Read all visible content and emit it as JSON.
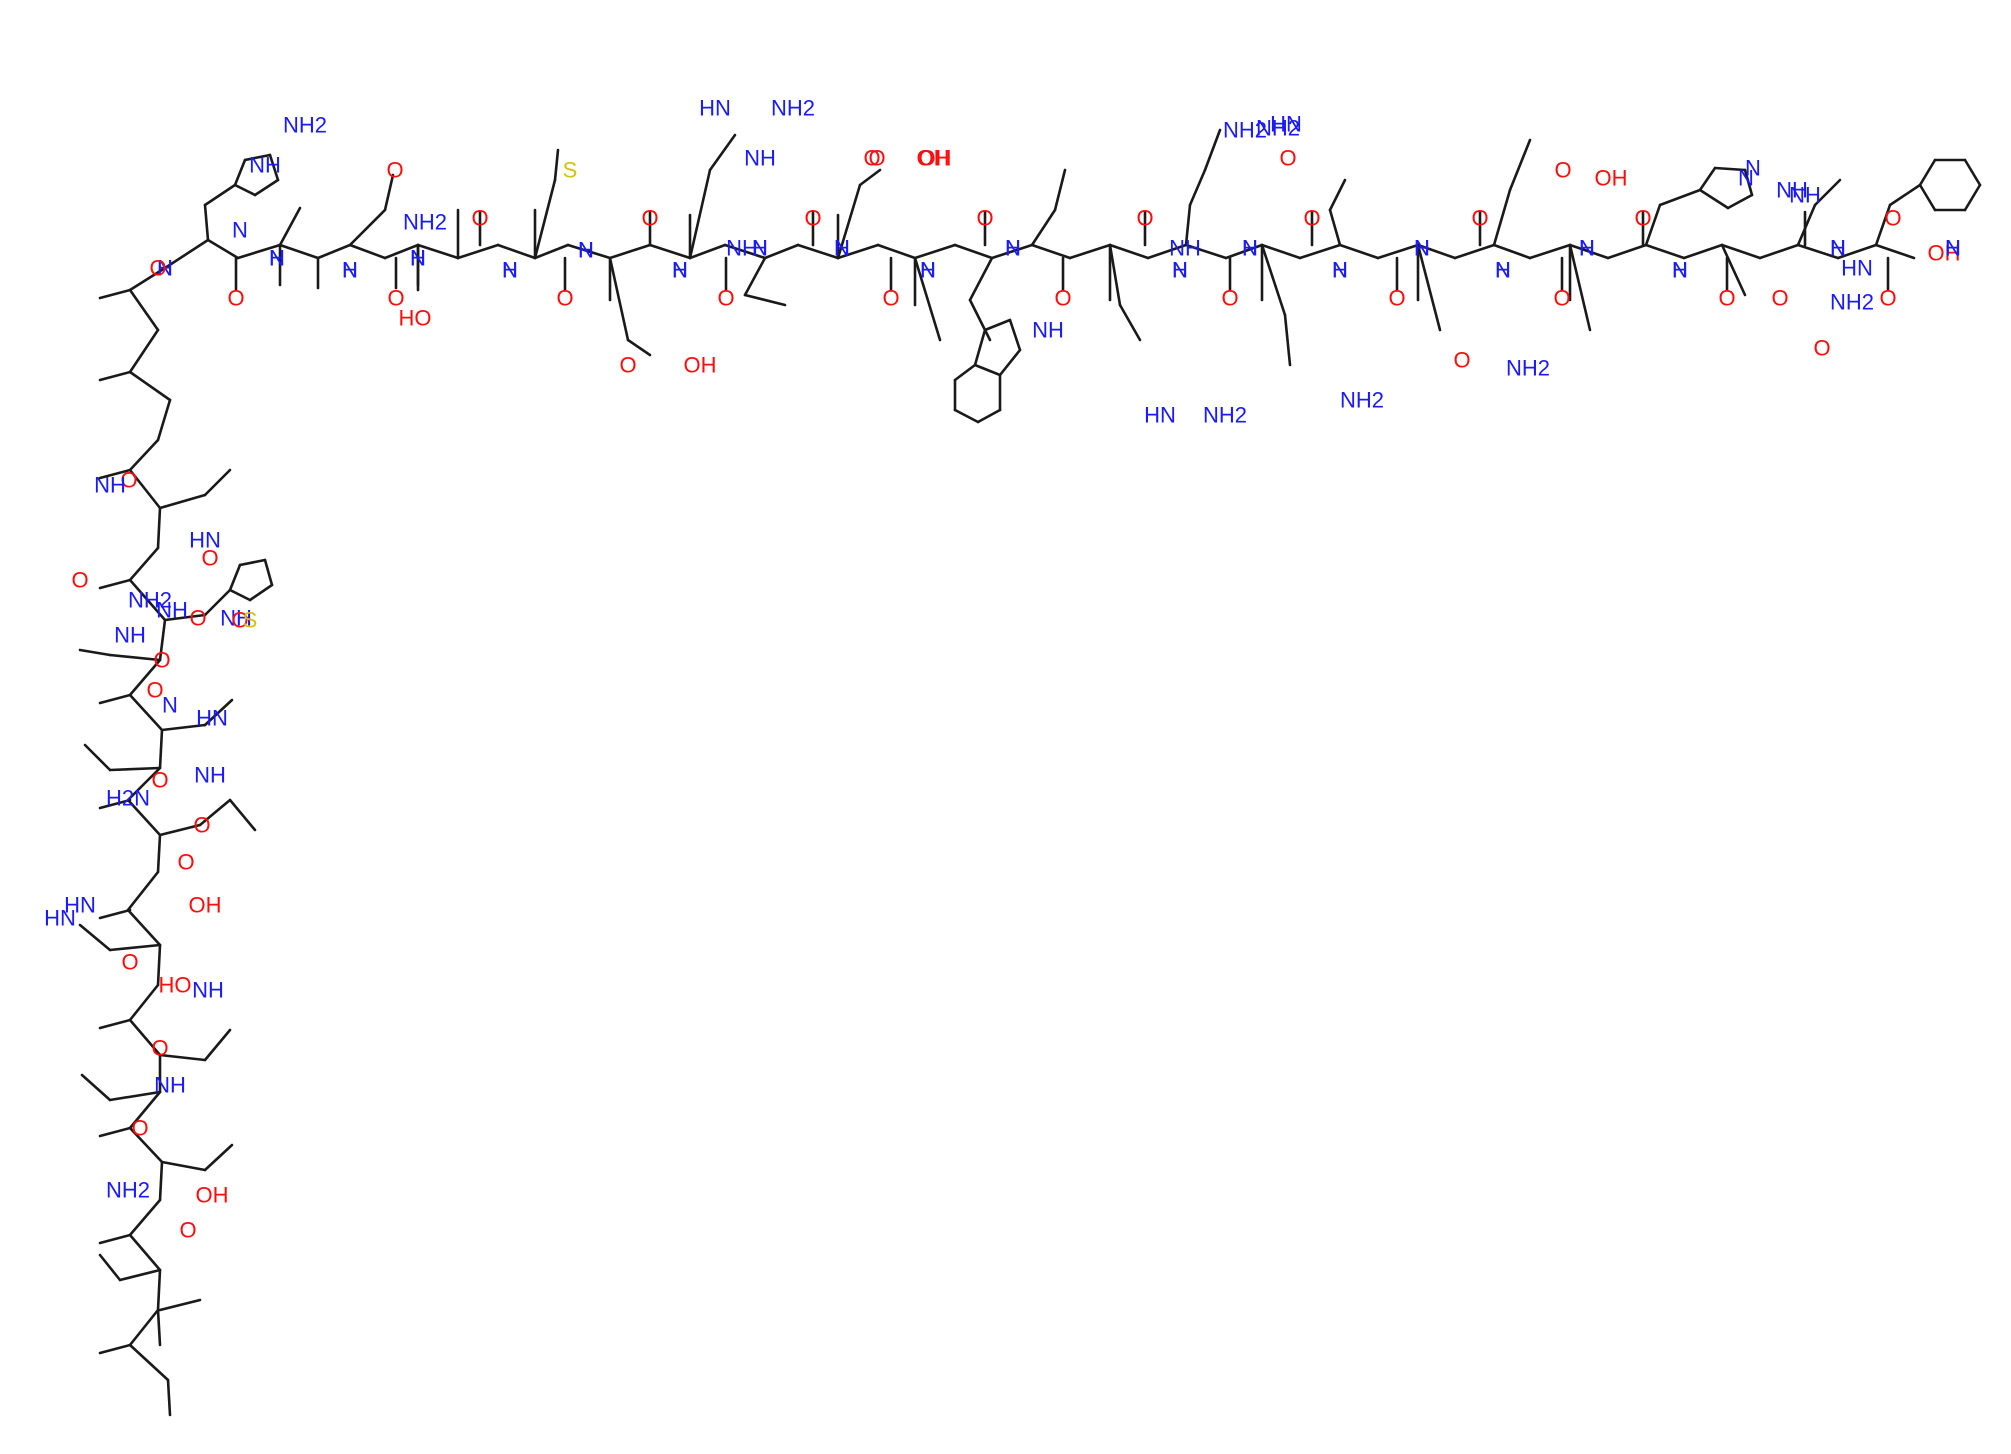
{
  "colors": {
    "bond": "#1a1a1a",
    "N": "#1a1aff",
    "O": "#ff0d0d",
    "S": "#d4c20a",
    "background": "#ffffff"
  },
  "structure": {
    "description_atoms": [
      {
        "text": "NH",
        "el": "N"
      },
      {
        "text": "N",
        "el": "N"
      },
      {
        "text": "O",
        "el": "O"
      },
      {
        "text": "NH2",
        "el": "N"
      },
      {
        "text": "S",
        "el": "S"
      },
      {
        "text": "HN",
        "el": "N"
      },
      {
        "text": "OH",
        "el": "O"
      },
      {
        "text": "HO",
        "el": "O"
      }
    ]
  },
  "labels": [
    {
      "t": "HN",
      "e": "N"
    },
    {
      "t": "NH2",
      "e": "N"
    },
    {
      "t": "NH",
      "e": "N"
    },
    {
      "t": "O",
      "e": "O"
    },
    {
      "t": "OH",
      "e": "O"
    },
    {
      "t": "NH2",
      "e": "N"
    },
    {
      "t": "NH",
      "e": "N"
    },
    {
      "t": "N",
      "e": "N"
    },
    {
      "t": "S",
      "e": "S"
    },
    {
      "t": "O",
      "e": "O"
    },
    {
      "t": "NH2",
      "e": "N"
    },
    {
      "t": "O",
      "e": "O"
    },
    {
      "t": "OH",
      "e": "O"
    },
    {
      "t": "N",
      "e": "N"
    },
    {
      "t": "NH",
      "e": "N"
    },
    {
      "t": "HN",
      "e": "N"
    },
    {
      "t": "O",
      "e": "O"
    },
    {
      "t": "N",
      "e": "N"
    },
    {
      "t": "H",
      "e": "N"
    },
    {
      "t": "N",
      "e": "N"
    },
    {
      "t": "H",
      "e": "N"
    },
    {
      "t": "N",
      "e": "N"
    },
    {
      "t": "H",
      "e": "N"
    },
    {
      "t": "O",
      "e": "O"
    },
    {
      "t": "O",
      "e": "O"
    },
    {
      "t": "HO",
      "e": "O"
    },
    {
      "t": "O",
      "e": "O"
    },
    {
      "t": "N",
      "e": "N"
    },
    {
      "t": "H",
      "e": "N"
    },
    {
      "t": "N",
      "e": "N"
    },
    {
      "t": "H",
      "e": "N"
    },
    {
      "t": "N",
      "e": "N"
    },
    {
      "t": "H",
      "e": "N"
    },
    {
      "t": "O",
      "e": "O"
    },
    {
      "t": "O",
      "e": "O"
    },
    {
      "t": "O",
      "e": "O"
    },
    {
      "t": "OH",
      "e": "O"
    },
    {
      "t": "NH",
      "e": "N"
    },
    {
      "t": "N",
      "e": "N"
    },
    {
      "t": "H",
      "e": "N"
    },
    {
      "t": "O",
      "e": "O"
    },
    {
      "t": "O",
      "e": "O"
    },
    {
      "t": "N",
      "e": "N"
    },
    {
      "t": "H",
      "e": "N"
    },
    {
      "t": "O",
      "e": "O"
    },
    {
      "t": "N",
      "e": "N"
    },
    {
      "t": "H",
      "e": "N"
    },
    {
      "t": "O",
      "e": "O"
    },
    {
      "t": "NH",
      "e": "N"
    },
    {
      "t": "N",
      "e": "N"
    },
    {
      "t": "H",
      "e": "N"
    },
    {
      "t": "N",
      "e": "N"
    },
    {
      "t": "H",
      "e": "N"
    },
    {
      "t": "O",
      "e": "O"
    },
    {
      "t": "O",
      "e": "O"
    },
    {
      "t": "NH",
      "e": "N"
    },
    {
      "t": "HN",
      "e": "N"
    },
    {
      "t": "NH2",
      "e": "N"
    },
    {
      "t": "NH2",
      "e": "N"
    },
    {
      "t": "N",
      "e": "N"
    },
    {
      "t": "H",
      "e": "N"
    },
    {
      "t": "O",
      "e": "O"
    },
    {
      "t": "O",
      "e": "O"
    },
    {
      "t": "N",
      "e": "N"
    },
    {
      "t": "H",
      "e": "N"
    },
    {
      "t": "NH2",
      "e": "N"
    },
    {
      "t": "N",
      "e": "N"
    },
    {
      "t": "H",
      "e": "N"
    },
    {
      "t": "O",
      "e": "O"
    },
    {
      "t": "O",
      "e": "O"
    },
    {
      "t": "O",
      "e": "O"
    },
    {
      "t": "NH2",
      "e": "N"
    },
    {
      "t": "N",
      "e": "N"
    },
    {
      "t": "H",
      "e": "N"
    },
    {
      "t": "O",
      "e": "O"
    },
    {
      "t": "OH",
      "e": "O"
    },
    {
      "t": "N",
      "e": "N"
    },
    {
      "t": "H",
      "e": "N"
    },
    {
      "t": "O",
      "e": "O"
    },
    {
      "t": "O",
      "e": "O"
    },
    {
      "t": "N",
      "e": "N"
    },
    {
      "t": "H",
      "e": "N"
    },
    {
      "t": "O",
      "e": "O"
    },
    {
      "t": "N",
      "e": "N"
    },
    {
      "t": "NH",
      "e": "N"
    },
    {
      "t": "N",
      "e": "N"
    },
    {
      "t": "H",
      "e": "N"
    },
    {
      "t": "O",
      "e": "O"
    },
    {
      "t": "NH2",
      "e": "N"
    },
    {
      "t": "O",
      "e": "O"
    },
    {
      "t": "N",
      "e": "N"
    },
    {
      "t": "H",
      "e": "N"
    },
    {
      "t": "O",
      "e": "O"
    },
    {
      "t": "OH",
      "e": "O"
    },
    {
      "t": "HN",
      "e": "N"
    },
    {
      "t": "O",
      "e": "O"
    },
    {
      "t": "N",
      "e": "N"
    },
    {
      "t": "H",
      "e": "N"
    },
    {
      "t": "NH2",
      "e": "N"
    },
    {
      "t": "O",
      "e": "O"
    },
    {
      "t": "NH",
      "e": "N"
    },
    {
      "t": "O",
      "e": "O"
    },
    {
      "t": "NH2",
      "e": "N"
    },
    {
      "t": "O",
      "e": "O"
    },
    {
      "t": "NH",
      "e": "N"
    },
    {
      "t": "NH",
      "e": "N"
    },
    {
      "t": "N",
      "e": "N"
    },
    {
      "t": "O",
      "e": "O"
    },
    {
      "t": "HN",
      "e": "N"
    },
    {
      "t": "O",
      "e": "O"
    },
    {
      "t": "O",
      "e": "O"
    },
    {
      "t": "S",
      "e": "S"
    },
    {
      "t": "NH",
      "e": "N"
    },
    {
      "t": "O",
      "e": "O"
    },
    {
      "t": "HN",
      "e": "N"
    },
    {
      "t": "O",
      "e": "O"
    },
    {
      "t": "O",
      "e": "O"
    },
    {
      "t": "H2N",
      "e": "N"
    },
    {
      "t": "NH",
      "e": "N"
    },
    {
      "t": "O",
      "e": "O"
    },
    {
      "t": "HN",
      "e": "N"
    },
    {
      "t": "O",
      "e": "O"
    },
    {
      "t": "O",
      "e": "O"
    },
    {
      "t": "HO",
      "e": "O"
    },
    {
      "t": "NH",
      "e": "N"
    },
    {
      "t": "O",
      "e": "O"
    },
    {
      "t": "HN",
      "e": "N"
    },
    {
      "t": "OH",
      "e": "O"
    },
    {
      "t": "O",
      "e": "O"
    },
    {
      "t": "NH",
      "e": "N"
    },
    {
      "t": "O",
      "e": "O"
    },
    {
      "t": "NH2",
      "e": "N"
    },
    {
      "t": "OH",
      "e": "O"
    }
  ]
}
